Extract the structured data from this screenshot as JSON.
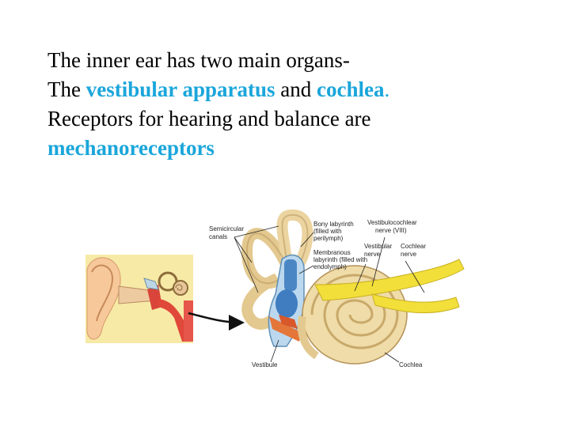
{
  "text": {
    "line1": "The inner ear has two main organs-",
    "line2_pre": "The ",
    "line2_term1": "vestibular apparatus",
    "line2_mid": " and ",
    "line2_term2": "cochlea",
    "line2_end": ".",
    "line3": "Receptors for hearing and balance are",
    "line4_term": "mechanoreceptors"
  },
  "colors": {
    "highlight": "#1aa6db"
  },
  "figure": {
    "labels": {
      "semicircular_1": "Semicircular",
      "semicircular_2": "canals",
      "bony_1": "Bony labyrinth",
      "bony_2": "(filled with",
      "bony_3": "perilymph)",
      "membranous_1": "Membranous",
      "membranous_2": "labyrinth (filled with",
      "membranous_3": "endolymph)",
      "vc_nerve_1": "Vestibulocochlear",
      "vc_nerve_2": "nerve (VIII)",
      "vest_nerve_1": "Vestibular",
      "vest_nerve_2": "nerve",
      "coch_nerve_1": "Cochlear",
      "coch_nerve_2": "nerve",
      "vestibule": "Vestibule",
      "cochlea": "Cochlea"
    }
  }
}
